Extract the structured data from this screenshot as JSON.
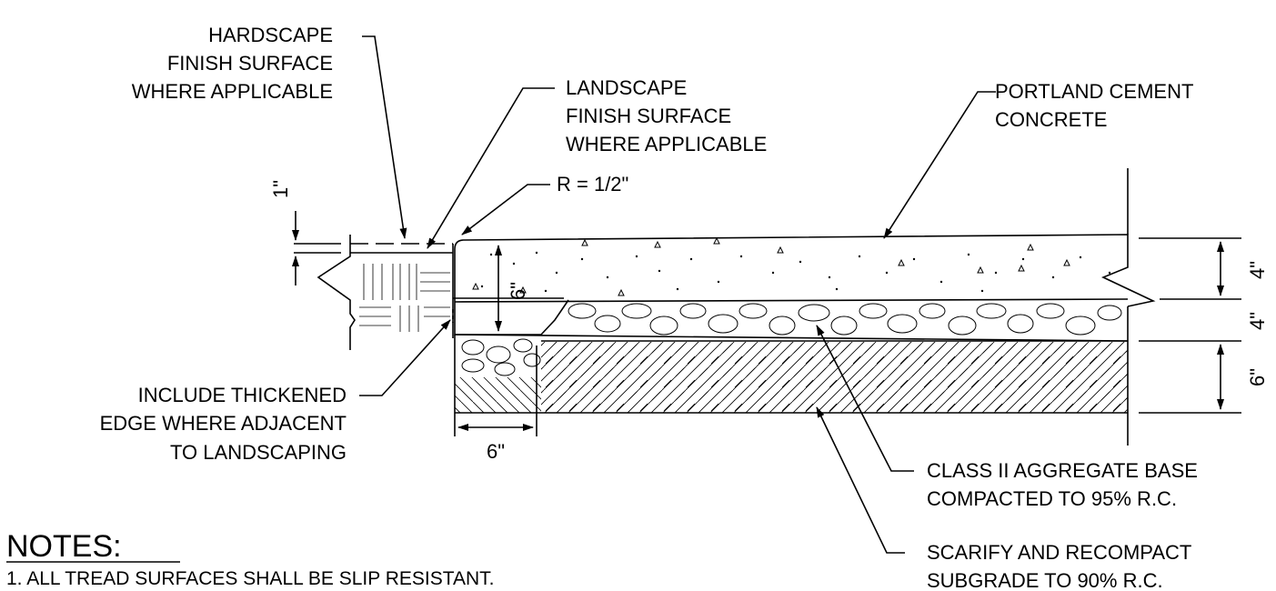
{
  "labels": {
    "hardscape": [
      "HARDSCAPE",
      "FINISH SURFACE",
      "WHERE APPLICABLE"
    ],
    "landscape": [
      "LANDSCAPE",
      "FINISH SURFACE",
      "WHERE APPLICABLE"
    ],
    "portland": [
      "PORTLAND CEMENT",
      "CONCRETE"
    ],
    "radius": "R = 1/2\"",
    "thickened": [
      "INCLUDE THICKENED",
      "EDGE WHERE ADJACENT",
      "TO LANDSCAPING"
    ],
    "aggregate": [
      "CLASS II AGGREGATE BASE",
      "COMPACTED TO 95% R.C."
    ],
    "subgrade": [
      "SCARIFY AND RECOMPACT",
      "SUBGRADE TO 90% R.C."
    ]
  },
  "dimensions": {
    "step_height": "1\"",
    "edge_depth": "6\"",
    "edge_width": "6\"",
    "concrete_thickness": "4\"",
    "base_thickness": "4\"",
    "subgrade_thickness": "6\""
  },
  "notes": {
    "heading": "NOTES:",
    "items": [
      "1.  ALL TREAD SURFACES SHALL BE SLIP RESISTANT."
    ]
  }
}
